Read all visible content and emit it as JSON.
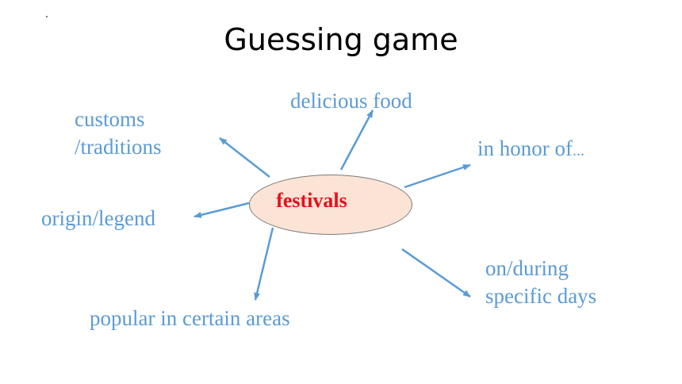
{
  "slide": {
    "title": "Guessing game"
  },
  "diagram": {
    "center": {
      "label": "festivals",
      "fill": "#fbe3d6",
      "text_color": "#e8101b"
    },
    "node_color": "#5b9bd5",
    "nodes": [
      {
        "id": "customs",
        "lines": [
          "customs",
          "/traditions"
        ]
      },
      {
        "id": "delicious-food",
        "lines": [
          "delicious food"
        ]
      },
      {
        "id": "in-honor",
        "text": "in honor of",
        "ellipsis": "..."
      },
      {
        "id": "origin",
        "lines": [
          "origin/legend"
        ]
      },
      {
        "id": "specific-days",
        "lines": [
          "on/during",
          "specific days"
        ]
      },
      {
        "id": "popular",
        "lines": [
          "popular in certain areas"
        ]
      }
    ]
  }
}
